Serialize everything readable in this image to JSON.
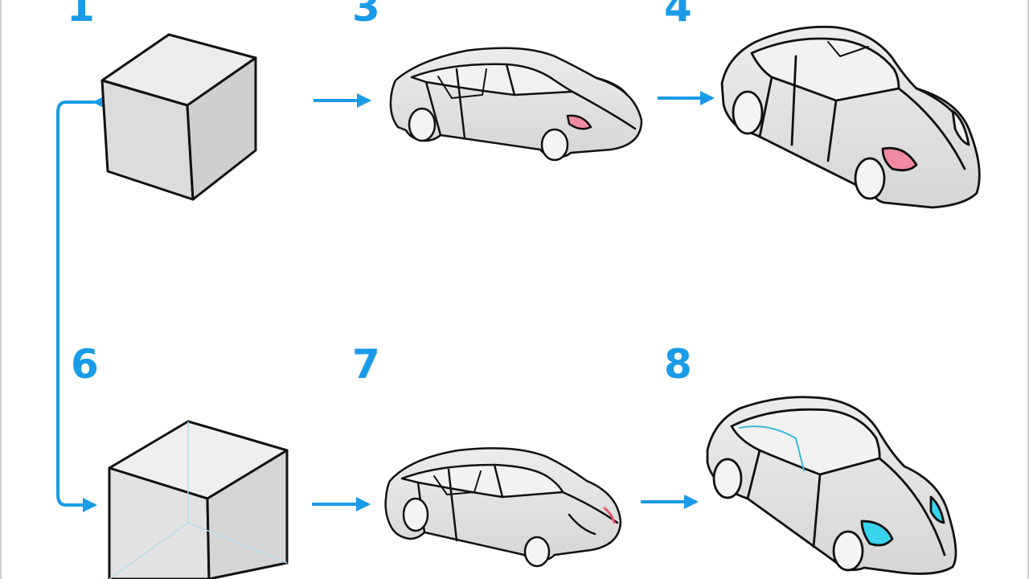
{
  "colors": {
    "accent": "#1a9be8",
    "outline": "#111111",
    "body_fill": "#e4e4e4",
    "body_shade": "#d2d2d2",
    "glass": "#f2f2f2",
    "tail_light_red": "#f08aa0",
    "head_light_cyan": "#38d3ec"
  },
  "steps": [
    {
      "label": "1",
      "shape": "cube"
    },
    {
      "label": "3",
      "shape": "car-sketch"
    },
    {
      "label": "4",
      "shape": "car-refined"
    },
    {
      "label": "6",
      "shape": "cube"
    },
    {
      "label": "7",
      "shape": "car-sketch"
    },
    {
      "label": "8",
      "shape": "car-refined"
    }
  ],
  "connectors": {
    "arrow_icon": "right-arrow-icon",
    "bracket_icon": "bracket-connector-icon"
  }
}
